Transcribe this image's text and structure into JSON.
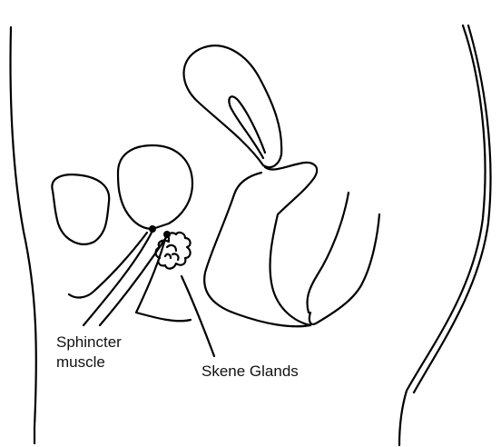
{
  "labels": {
    "sphincter_line1": "Sphincter",
    "sphincter_line2": "muscle",
    "skene": "Skene Glands"
  },
  "colors": {
    "ink": "#000000",
    "background": "#ffffff"
  }
}
